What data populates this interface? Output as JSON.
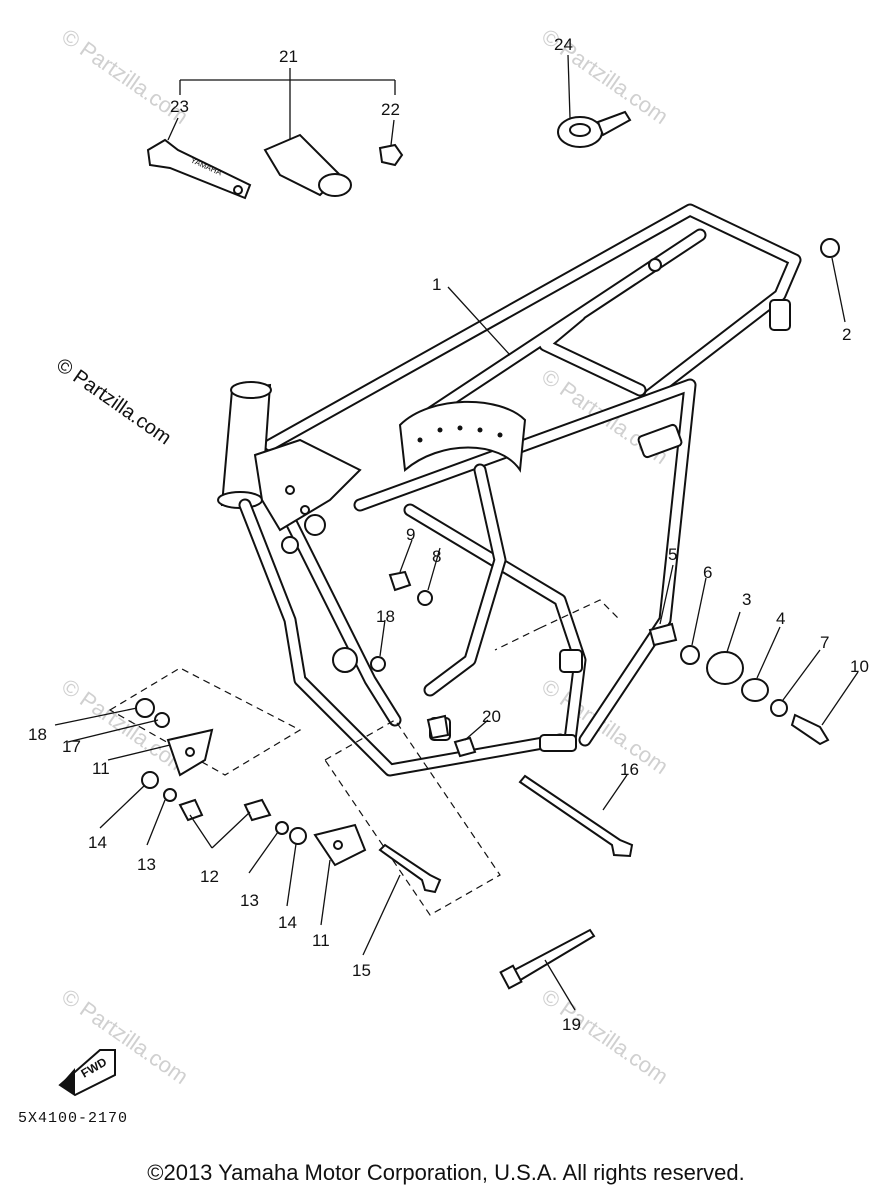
{
  "diagram": {
    "part_labels": [
      "1",
      "2",
      "3",
      "4",
      "5",
      "6",
      "7",
      "8",
      "9",
      "10",
      "11",
      "11",
      "12",
      "13",
      "13",
      "14",
      "14",
      "15",
      "16",
      "17",
      "18",
      "18",
      "19",
      "20",
      "21",
      "22",
      "23",
      "24"
    ],
    "watermark_text": "© Partzilla.com",
    "fwd_text": "FWD",
    "wrench_text": "YAMAHA"
  },
  "diagram_code": "5X4100-2170",
  "copyright": "©2013 Yamaha Motor Corporation, U.S.A. All rights reserved."
}
